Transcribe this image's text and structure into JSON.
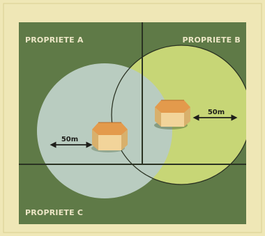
{
  "colors": {
    "frame": "#efe7b6",
    "field": "#5f7a47",
    "circle_a": "#b9ccc0",
    "circle_b": "#c7d676",
    "lines": "#2a3222",
    "roof": "#e39a4c",
    "wall": "#f2d49a"
  },
  "properties": {
    "a": "PROPRIETE A",
    "b": "PROPRIETE B",
    "c": "PROPRIETE C"
  },
  "distances": {
    "a": "50m",
    "b": "50m"
  }
}
